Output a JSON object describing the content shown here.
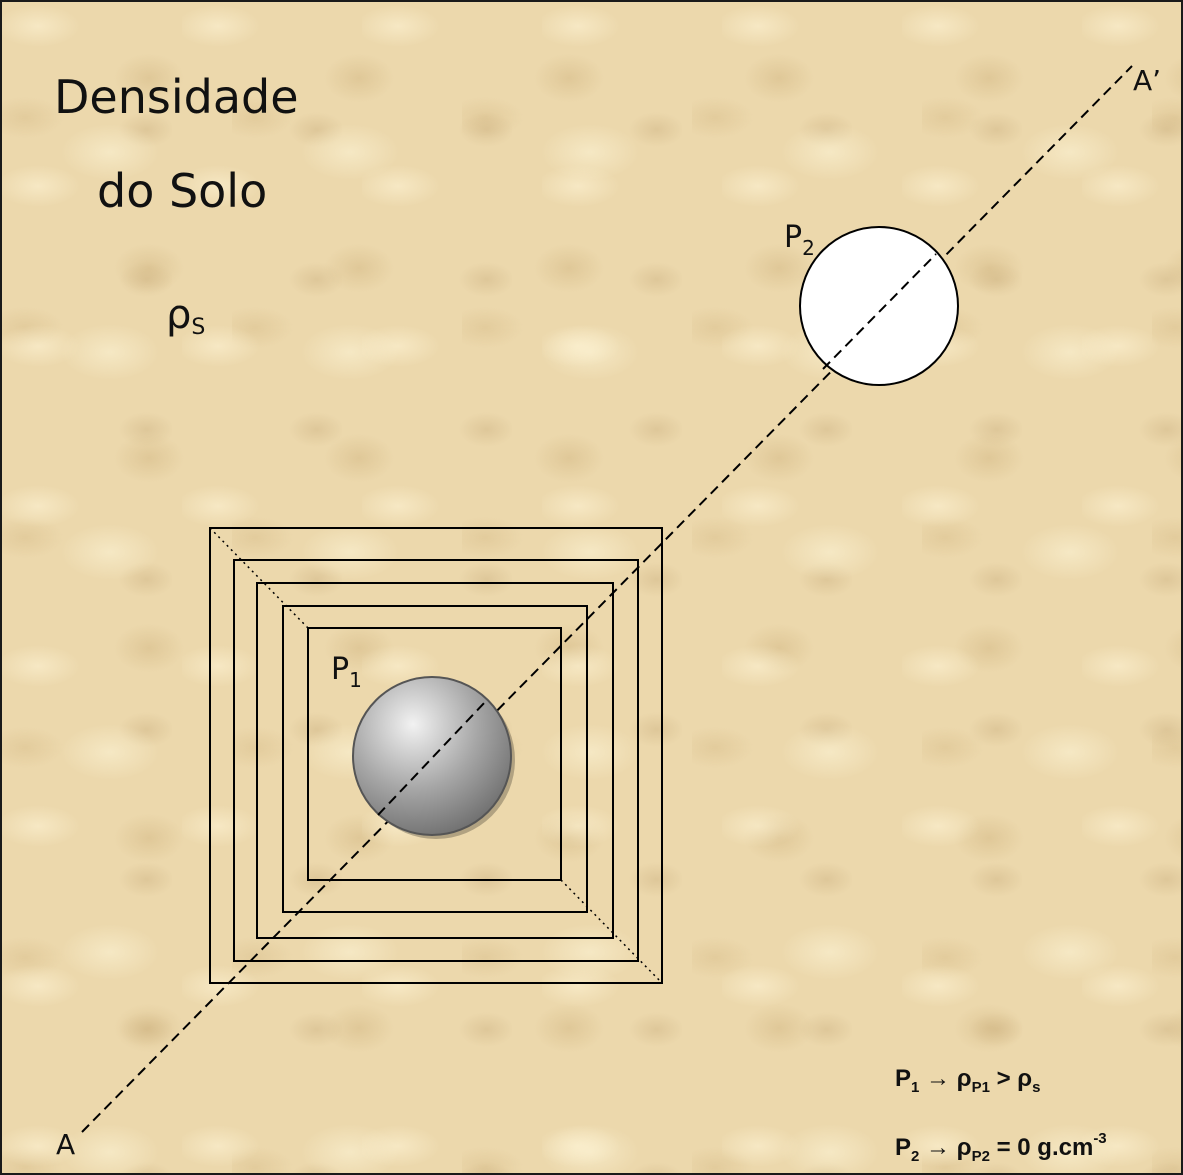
{
  "title_line1": "Densidade",
  "title_line2": "do Solo",
  "soil_symbol": {
    "base": "ρ",
    "sub": "S"
  },
  "p1_label": {
    "base": "P",
    "sub": "1"
  },
  "p2_label": {
    "base": "P",
    "sub": "2"
  },
  "section_start": "A",
  "section_end": "A’",
  "legend": {
    "line1": {
      "p": "P",
      "p_sub": "1",
      "arrow": "→",
      "rho": "ρ",
      "rho_sub": "P1",
      "rest": " > ρ",
      "rest_sub": "s"
    },
    "line2": {
      "p": "P",
      "p_sub": "2",
      "arrow": "→",
      "rho": "ρ",
      "rho_sub": "P2",
      "rest": " = 0 g.cm",
      "rest_sup": "-3"
    }
  },
  "colors": {
    "soil_background": "#ecd8ac",
    "dense_body_light": "#f2f2f2",
    "dense_body_dark": "#6e6e6e",
    "void_body": "#ffffff",
    "lines": "#000000"
  }
}
